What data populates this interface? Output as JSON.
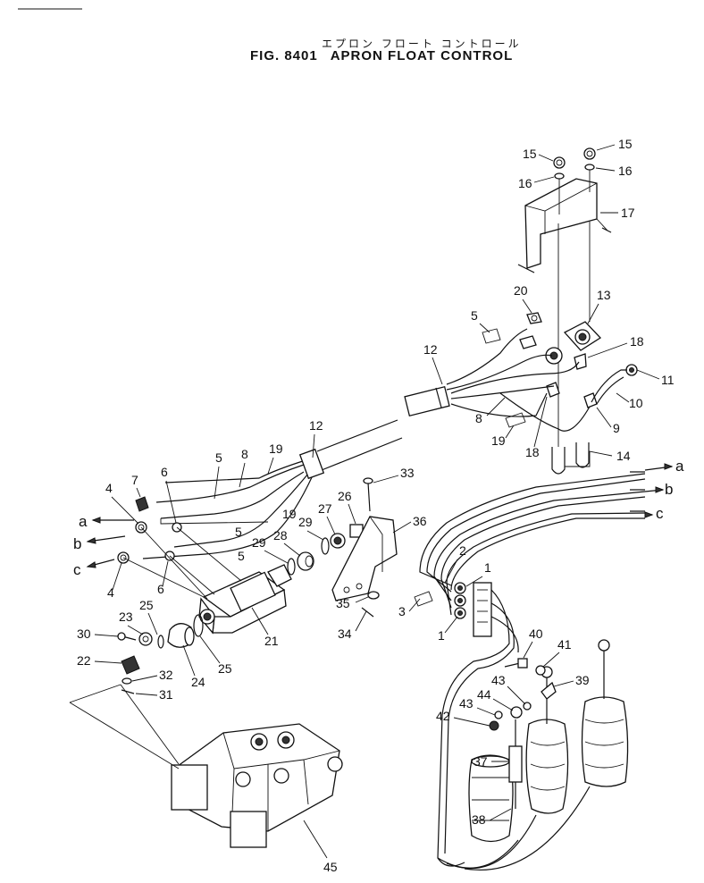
{
  "header": {
    "title_jp": "エプロン フロート コントロール",
    "fig_number": "FIG. 8401",
    "title_en": "APRON FLOAT CONTROL"
  },
  "callouts": [
    "1",
    "1",
    "2",
    "3",
    "4",
    "4",
    "5",
    "5",
    "5",
    "6",
    "6",
    "7",
    "8",
    "8",
    "9",
    "10",
    "11",
    "12",
    "12",
    "13",
    "14",
    "15",
    "15",
    "16",
    "16",
    "17",
    "18",
    "18",
    "19",
    "19",
    "19",
    "20",
    "21",
    "22",
    "23",
    "24",
    "25",
    "25",
    "26",
    "27",
    "28",
    "29",
    "29",
    "30",
    "31",
    "32",
    "33",
    "34",
    "35",
    "36",
    "37",
    "38",
    "39",
    "40",
    "41",
    "42",
    "43",
    "43",
    "44",
    "45"
  ],
  "connection_letters": [
    "a",
    "b",
    "c",
    "a",
    "b",
    "c"
  ]
}
